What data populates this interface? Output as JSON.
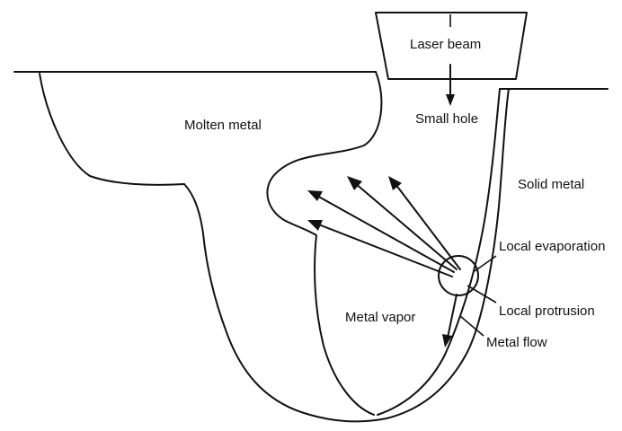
{
  "labels": {
    "laser_beam": "Laser beam",
    "small_hole": "Small hole",
    "molten_metal": "Molten metal",
    "solid_metal": "Solid metal",
    "local_evaporation": "Local evaporation",
    "local_protrusion": "Local protrusion",
    "metal_vapor": "Metal vapor",
    "metal_flow": "Metal flow"
  },
  "colors": {
    "ink": "#111111",
    "background": "#ffffff"
  }
}
